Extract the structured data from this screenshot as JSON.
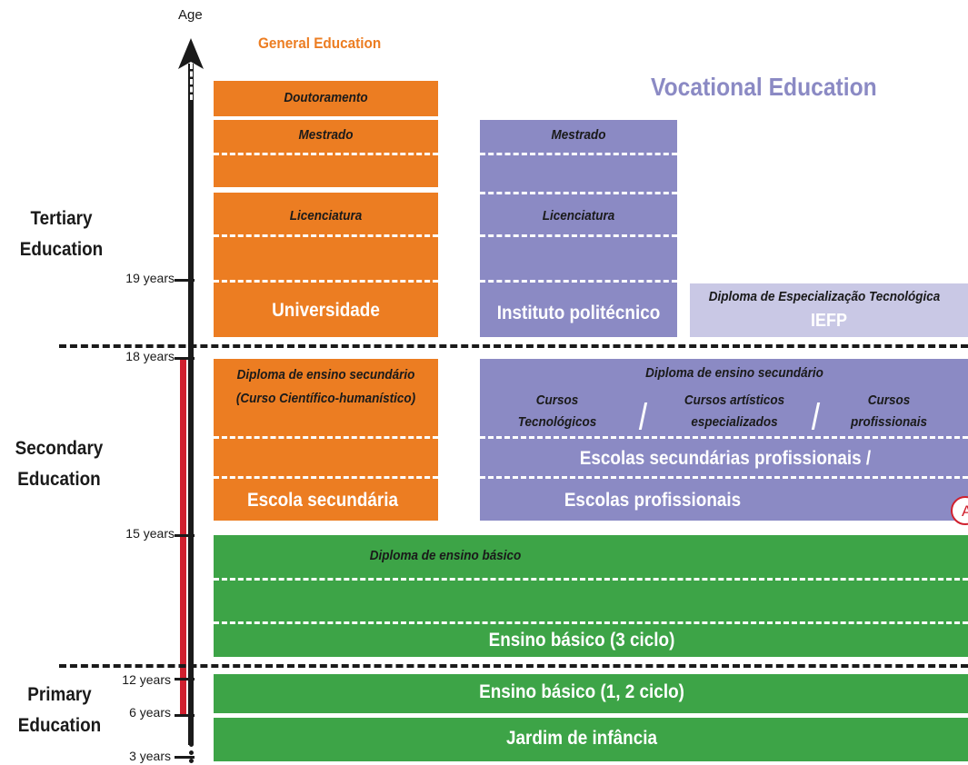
{
  "axis": {
    "label": "Age",
    "ages": [
      "19 years",
      "18 years",
      "15 years",
      "12 years",
      "6 years",
      "3 years"
    ]
  },
  "levels": {
    "tertiary": [
      "Tertiary",
      "Education"
    ],
    "secondary": [
      "Secondary",
      "Education"
    ],
    "primary": [
      "Primary",
      "Education"
    ]
  },
  "headers": {
    "general": "General Education",
    "vocational": "Vocational Education"
  },
  "general": {
    "doutoramento": "Doutoramento",
    "mestrado": "Mestrado",
    "licenciatura": "Licenciatura",
    "universidade": "Universidade",
    "diploma_secundario": "Diploma de ensino secundário",
    "curso": "(Curso Científico-humanístico)",
    "escola_secundaria": "Escola secundária"
  },
  "vocational": {
    "mestrado": "Mestrado",
    "licenciatura": "Licenciatura",
    "politecnico": "Instituto politécnico",
    "det_diploma": "Diploma de Especialização Tecnológica",
    "iefp": "IEFP",
    "diploma_secundario": "Diploma de ensino secundário",
    "cursos_tec": [
      "Cursos",
      "Tecnológicos"
    ],
    "cursos_art": [
      "Cursos artísticos",
      "especializados"
    ],
    "cursos_prof": [
      "Cursos",
      "profissionais"
    ],
    "escolas_sec_prof": "Escolas secundárias profissionais /",
    "escolas_prof": "Escolas profissionais",
    "badge": "A"
  },
  "basic": {
    "diploma_basico": "Diploma de ensino básico",
    "ciclo3": "Ensino básico (3 ciclo)",
    "ciclo12": "Ensino básico (1, 2 ciclo)",
    "jardim": "Jardim de infância"
  },
  "colors": {
    "general": "#ec7d22",
    "vocational": "#8b8ac4",
    "specialization": "#c9c8e5",
    "basic": "#3da447",
    "compulsory_bar": "#d0202e"
  }
}
